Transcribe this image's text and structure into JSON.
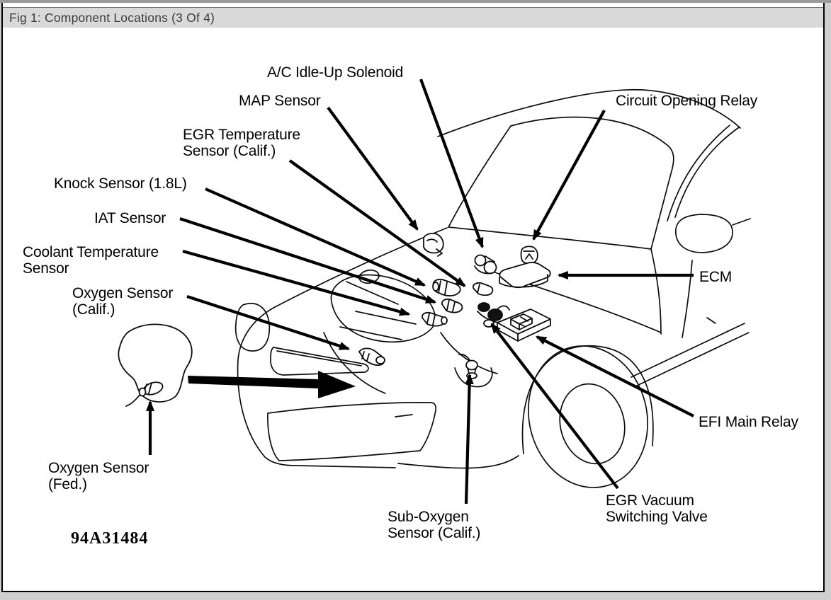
{
  "title_bar": {
    "text": "Fig 1: Component Locations (3 Of 4)"
  },
  "figure_number": {
    "text": "94A31484"
  },
  "labels": {
    "ac_idle_up_solenoid": {
      "text": "A/C Idle-Up Solenoid"
    },
    "map_sensor": {
      "text": "MAP Sensor"
    },
    "egr_temp_sensor": {
      "text": "EGR Temperature\nSensor (Calif.)"
    },
    "knock_sensor": {
      "text": "Knock Sensor (1.8L)"
    },
    "iat_sensor": {
      "text": "IAT Sensor"
    },
    "coolant_temp_sensor": {
      "text": "Coolant Temperature\nSensor"
    },
    "oxygen_sensor_calif": {
      "text": "Oxygen Sensor\n(Calif.)"
    },
    "oxygen_sensor_fed": {
      "text": "Oxygen Sensor\n(Fed.)"
    },
    "sub_oxygen_sensor": {
      "text": "Sub-Oxygen\nSensor (Calif.)"
    },
    "egr_vacuum_switching_valve": {
      "text": "EGR Vacuum\nSwitching Valve"
    },
    "efi_main_relay": {
      "text": "EFI Main Relay"
    },
    "ecm": {
      "text": "ECM"
    },
    "circuit_opening_relay": {
      "text": "Circuit Opening Relay"
    }
  },
  "colors": {
    "titlebar_bg": "#d9d9d9",
    "page_bg": "#ffffff",
    "frame_bg": "#cfcfcf",
    "line": "#000000"
  }
}
